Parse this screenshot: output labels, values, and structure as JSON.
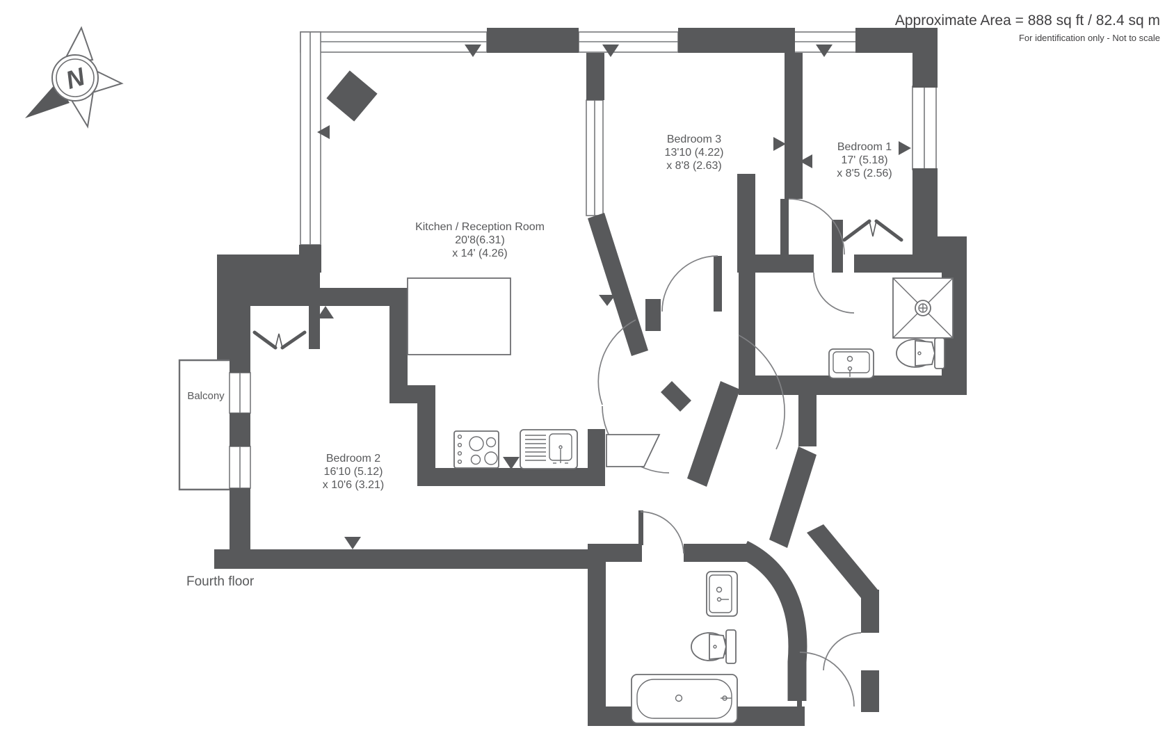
{
  "header": {
    "area": "Approximate Area = 888 sq ft / 82.4 sq m",
    "disclaimer": "For identification only - Not to scale"
  },
  "floor": {
    "label": "Fourth floor"
  },
  "compass": {
    "label": "N"
  },
  "rooms": {
    "kitchen": {
      "name": "Kitchen / Reception Room",
      "dims_line1": "20'8(6.31)",
      "dims_line2": "x 14' (4.26)"
    },
    "bedroom3": {
      "name": "Bedroom 3",
      "dims_line1": "13'10 (4.22)",
      "dims_line2": "x 8'8 (2.63)"
    },
    "bedroom1": {
      "name": "Bedroom 1",
      "dims_line1": "17' (5.18)",
      "dims_line2": "x 8'5 (2.56)"
    },
    "bedroom2": {
      "name": "Bedroom 2",
      "dims_line1": "16'10 (5.12)",
      "dims_line2": "x 10'6 (3.21)"
    },
    "balcony": {
      "name": "Balcony"
    }
  },
  "colors": {
    "wall": "#58595b",
    "outline": "#6d6e71",
    "window_line": "#77787b",
    "door_arc": "#808184",
    "text": "#58595b",
    "header_text": "#414042",
    "background": "#ffffff"
  },
  "fixtures": {
    "list": [
      "shower",
      "wash-basin-ensuite",
      "toilet-ensuite",
      "wash-basin",
      "toilet",
      "bathtub",
      "hob",
      "kitchen-sink",
      "kitchen-island",
      "wardrobe-bedroom1",
      "wardrobe-bedroom2",
      "column"
    ]
  }
}
